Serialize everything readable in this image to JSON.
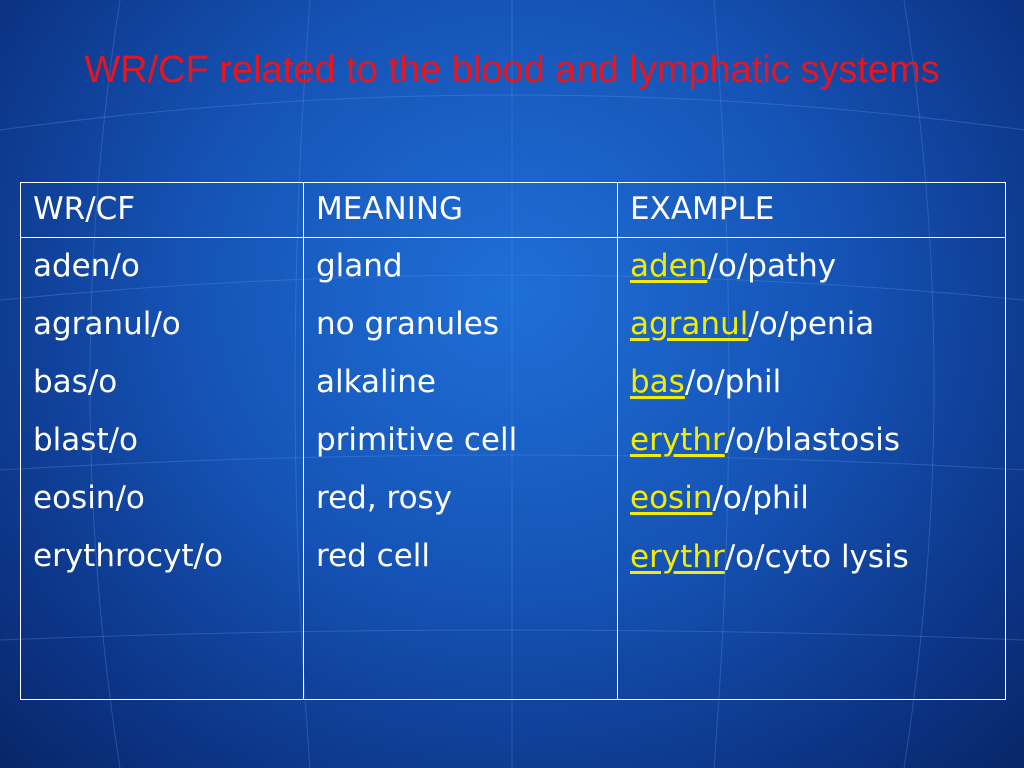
{
  "slide": {
    "title": "WR/CF related to the blood and lymphatic systems"
  },
  "table": {
    "headers": [
      "WR/CF",
      "MEANING",
      "EXAMPLE"
    ],
    "rows": [
      {
        "wrcf": "aden/o",
        "meaning": "gland",
        "example_root": "aden",
        "example_rest": "/o/pathy"
      },
      {
        "wrcf": "agranul/o",
        "meaning": "no granules",
        "example_root": "agranul",
        "example_rest": "/o/penia"
      },
      {
        "wrcf": "bas/o",
        "meaning": "alkaline",
        "example_root": "bas",
        "example_rest": "/o/phil"
      },
      {
        "wrcf": "blast/o",
        "meaning": "primitive cell",
        "example_root": "erythr",
        "example_rest": "/o/blastosis"
      },
      {
        "wrcf": "eosin/o",
        "meaning": "red, rosy",
        "example_root": "eosin",
        "example_rest": "/o/phil"
      },
      {
        "wrcf": "erythrocyt/o",
        "meaning": "red cell",
        "example_root": "erythr",
        "example_rest": "/o/cyto lysis"
      }
    ]
  },
  "colors": {
    "title": "#e8141e",
    "highlight": "#f2ec00",
    "text": "#ffffff",
    "background": "#1553b5"
  }
}
